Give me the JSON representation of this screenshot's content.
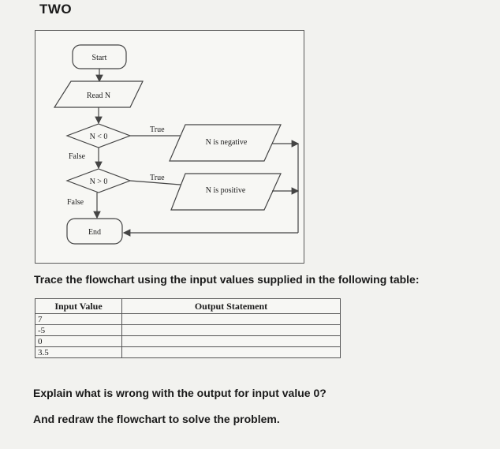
{
  "heading": "TWO",
  "flowchart": {
    "start": "Start",
    "read": "Read N",
    "decision1": "N < 0",
    "decision2": "N > 0",
    "output1": "N is negative",
    "output2": "N is positive",
    "end": "End",
    "true_label": "True",
    "false_label": "False"
  },
  "instruction": "Trace the flowchart using the input values supplied in the following table:",
  "table": {
    "headers": [
      "Input Value",
      "Output Statement"
    ],
    "rows": [
      {
        "input": "7",
        "output": ""
      },
      {
        "input": "-5",
        "output": ""
      },
      {
        "input": "0",
        "output": ""
      },
      {
        "input": "3.5",
        "output": ""
      }
    ]
  },
  "question1": "Explain what is wrong with the output for input value 0?",
  "question2": "And redraw the flowchart to solve the problem."
}
